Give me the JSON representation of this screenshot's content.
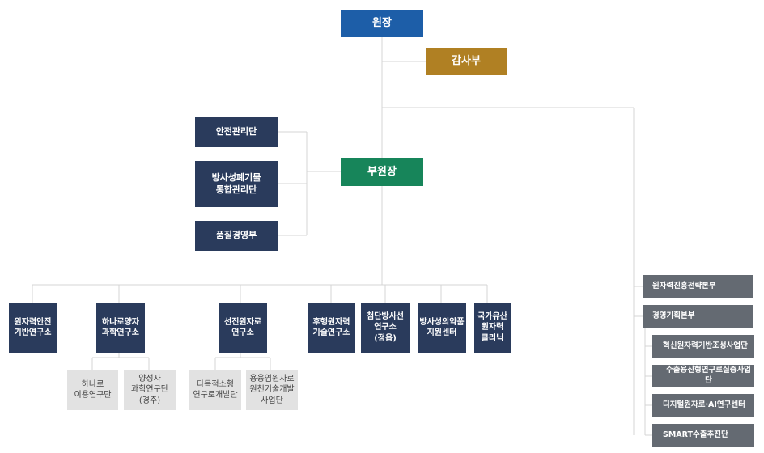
{
  "colors": {
    "director": "#1d5ea8",
    "audit": "#b08023",
    "vice": "#17855a",
    "navy": "#2a3b5c",
    "gray": "#e2e2e2",
    "slate": "#646a72",
    "line": "#d4d4d4"
  },
  "director": "원장",
  "audit": "감사부",
  "vice_director": "부원장",
  "vice_units": [
    "안전관리단",
    "방사성폐기물\n통합관리단",
    "품질경영부"
  ],
  "institutes": [
    "원자력안전\n기반연구소",
    "하나로양자\n과학연구소",
    "선진원자로\n연구소",
    "후행원자력\n기술연구소",
    "첨단방사선\n연구소\n(정읍)",
    "방사성의약품\n지원센터",
    "국가유산\n원자력\n클리닉"
  ],
  "sub_units": {
    "hanaro": [
      "하나로\n이용연구단",
      "양성자\n과학연구단\n(경주)"
    ],
    "advanced_reactor": [
      "다목적소형\n연구로개발단",
      "용융염원자로\n원천기술개발\n사업단"
    ]
  },
  "right_units": {
    "main": [
      "원자력진흥전략본부",
      "경영기획본부"
    ],
    "sub": [
      "혁신원자력기반조성사업단",
      "수출용신형연구로실증사업단",
      "디지털원자로·AI연구센터",
      "SMART수출추진단"
    ]
  }
}
